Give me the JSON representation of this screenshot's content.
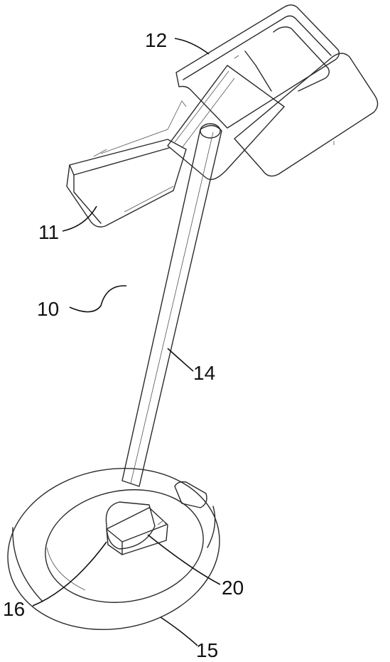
{
  "figure": {
    "labels": {
      "assembly": "10",
      "base_plate": "11",
      "top_plate": "12",
      "rod": "14",
      "ring": "15",
      "hub": "16",
      "block": "20"
    }
  }
}
